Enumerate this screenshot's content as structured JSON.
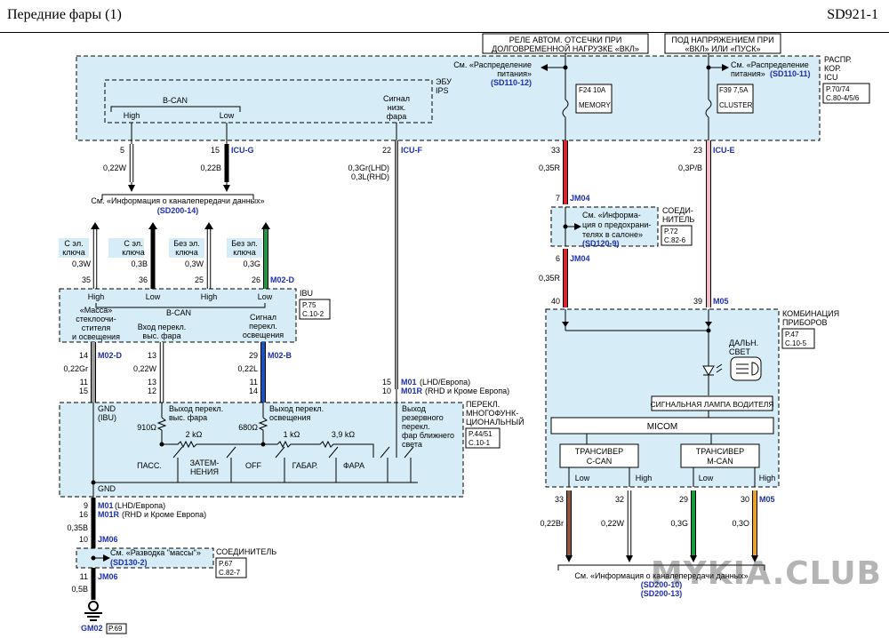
{
  "header": {
    "title": "Передние фары (1)",
    "code": "SD921-1"
  },
  "top_boxes": {
    "left_line1": "РЕЛЕ АВТОМ. ОТСЕЧКИ ПРИ",
    "left_line2": "ДОЛГОВРЕМЕННОЙ НАГРУЗКЕ «ВКЛ»",
    "right_line1": "ПОД НАПРЯЖЕНИЕМ ПРИ",
    "right_line2": "«ВКЛ» ИЛИ «ПУСК»"
  },
  "icu": {
    "label1": "РАСПР.",
    "label2": "КОР.",
    "label3": "ICU",
    "page": "P.70/74",
    "conn": "C.80-4/5/6",
    "ips_label1": "ЭБУ",
    "ips_label2": "IPS",
    "bcan": "B-CAN",
    "high": "High",
    "low": "Low",
    "signal1": "Сигнал",
    "signal2": "низк.",
    "signal3": "фара",
    "ref_left1": "См. «Распределение",
    "ref_left2": "питания»",
    "ref_left_code": "(SD110-12)",
    "ref_right1": "См. «Распределение",
    "ref_right2": "питания»",
    "ref_right_code": "(SD110-11)",
    "fuse1_rating": "F24 10A",
    "fuse1_name": "MEMORY",
    "fuse2_rating": "F39 7,5A",
    "fuse2_name": "CLUSTER"
  },
  "pins": {
    "p5": "5",
    "p15": "15",
    "icu_g": "ICU-G",
    "p22": "22",
    "icu_f": "ICU-F",
    "p33": "33",
    "p23": "23",
    "icu_e": "ICU-E",
    "w022w": "0,22W",
    "w022b": "0,22B",
    "w03gr": "0,3Gr(LHD)",
    "w03l": "0,3L(RHD)",
    "w035r": "0,35R",
    "w03pb": "0,3P/B"
  },
  "can_ref": {
    "text": "См. «Информация о каналепередачи данных»",
    "code": "(SD200-14)"
  },
  "ibu_in": {
    "l1a": "С эл.",
    "l1b": "ключа",
    "l2a": "С эл.",
    "l2b": "ключа",
    "l3a": "Без эл.",
    "l3b": "ключа",
    "l4a": "Без эл.",
    "l4b": "ключа",
    "w1": "0,3W",
    "w2": "0,3B",
    "w3": "0,3W",
    "w4": "0,3G",
    "p35": "35",
    "p36": "36",
    "p25": "25",
    "p26": "26",
    "m02d": "M02-D"
  },
  "ibu": {
    "name": "IBU",
    "page": "P.75",
    "conn": "C.10-2",
    "high": "High",
    "low": "Low",
    "bcan": "B-CAN",
    "g1": "«Масса»",
    "g2": "стеклоочи-",
    "g3": "стителя",
    "g4": "и освещения",
    "h1": "Вход перекл.",
    "h2": "выс. фара",
    "s1": "Сигнал",
    "s2": "перекл.",
    "s3": "освещения"
  },
  "ibu_out": {
    "p14": "14",
    "m02d": "M02-D",
    "p13": "13",
    "p29": "29",
    "m02b": "M02-B",
    "w022gr": "0,22Gr",
    "w022w": "0,22W",
    "w022l": "0,22L",
    "p11a": "11",
    "p15a": "15",
    "p12": "12",
    "p11b": "11",
    "p14b": "14",
    "p15b": "15",
    "p10b": "10",
    "m01": "M01",
    "m01_note": "(LHD/Европа)",
    "m01r": "M01R",
    "m01r_note": "(RHD и Кроме Европа)"
  },
  "switch": {
    "name1": "ПЕРЕКЛ.",
    "name2": "МНОГОФУНК-",
    "name3": "ЦИОНАЛЬНЫЙ",
    "page": "P.44/51",
    "conn": "C.10-1",
    "gnd1": "GND",
    "gnd2": "(IBU)",
    "hi1": "Выход перекл.",
    "hi2": "выс. фара",
    "lt1": "Выход перекл.",
    "lt2": "освещения",
    "lo1": "Выход",
    "lo2": "резервного",
    "lo3": "перекл.",
    "lo4": "фар ближнего",
    "lo5": "света",
    "r910": "910Ω",
    "r680": "680Ω",
    "k2": "2 kΩ",
    "k1": "1 kΩ",
    "k39": "3,9 kΩ",
    "pass": "ПАСС.",
    "dim1": "ЗАТЕМ-",
    "dim2": "НЕНИЯ",
    "off": "OFF",
    "gab": "ГАБАР.",
    "fara": "ФАРА",
    "gnd": "GND"
  },
  "ground": {
    "p9": "9",
    "p16": "16",
    "m01": "M01",
    "m01_note": "(LHD/Европа)",
    "m01r": "M01R",
    "m01r_note": "(RHD и Кроме Европа)",
    "w035b": "0,35B",
    "p10": "10",
    "jm06": "JM06",
    "ref1": "См. «Разводка \"массы\"»",
    "ref_code": "(SD130-2)",
    "conn_name": "СОЕДИНИТЕЛЬ",
    "page": "P.67",
    "conn": "C.82-7",
    "p11": "11",
    "jm06b": "JM06",
    "w05b": "0,5B",
    "gm02": "GM02",
    "p69": "P.69"
  },
  "jm04": {
    "p7": "7",
    "name": "JM04",
    "ref1": "См. «Информа-",
    "ref2": "ция о предохрани-",
    "ref3": "телях в салоне»",
    "ref_code": "(SD120-9)",
    "conn1": "СОЕДИ-",
    "conn2": "НИТЕЛЬ",
    "page": "P.72",
    "conn": "C.82-6",
    "p6": "6",
    "name2": "JM04",
    "w035r": "0,35R",
    "p40": "40",
    "p39": "39",
    "m05": "M05"
  },
  "cluster": {
    "name1": "КОМБИНАЦИЯ",
    "name2": "ПРИБОРОВ",
    "page": "P.47",
    "conn": "C.10-5",
    "hb1": "ДАЛЬН.",
    "hb2": "СВЕТ",
    "lamp": "СИГНАЛЬНАЯ ЛАМПА ВОДИТЕЛЯ",
    "micom": "MICOM",
    "tc1a": "ТРАНСИВЕР",
    "tc1b": "C-CAN",
    "tc2a": "ТРАНСИВЕР",
    "tc2b": "M-CAN",
    "low": "Low",
    "high": "High",
    "p33": "33",
    "p32": "32",
    "p29": "29",
    "p30": "30",
    "m05": "M05",
    "w1": "0,22Br",
    "w2": "0,22W",
    "w3": "0,3G",
    "w4": "0,3O",
    "ref": "См. «Информация о каналепередачи данных»",
    "code1": "(SD200-10)",
    "code2": "(SD200-13)"
  },
  "watermark": "MYKIA.CLUB",
  "colors": {
    "module_fill": "#d6ecf6",
    "link": "#1d2fb0",
    "red": "#d8262e",
    "pink": "#f2b8c6",
    "green": "#1a9b3f",
    "blue": "#1f4fb8",
    "brown": "#8b5a3c",
    "orange": "#f0a020",
    "gray": "#9c9c9c"
  }
}
